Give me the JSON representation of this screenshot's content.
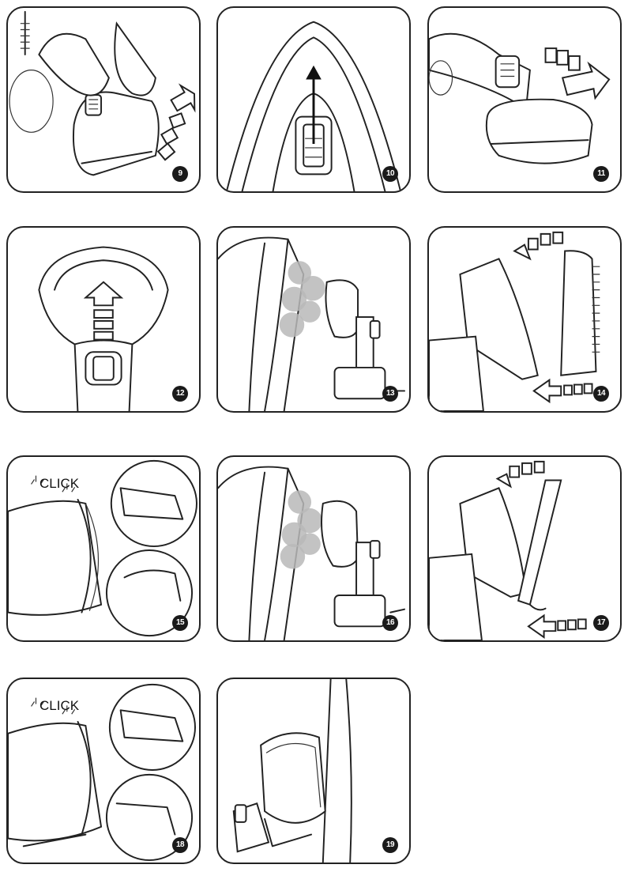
{
  "steps": [
    {
      "number": "9"
    },
    {
      "number": "10"
    },
    {
      "number": "11"
    },
    {
      "number": "12"
    },
    {
      "number": "13"
    },
    {
      "number": "14"
    },
    {
      "number": "15",
      "caption": "CLICK"
    },
    {
      "number": "16"
    },
    {
      "number": "17"
    },
    {
      "number": "18",
      "caption": "CLICK"
    },
    {
      "number": "19"
    }
  ]
}
